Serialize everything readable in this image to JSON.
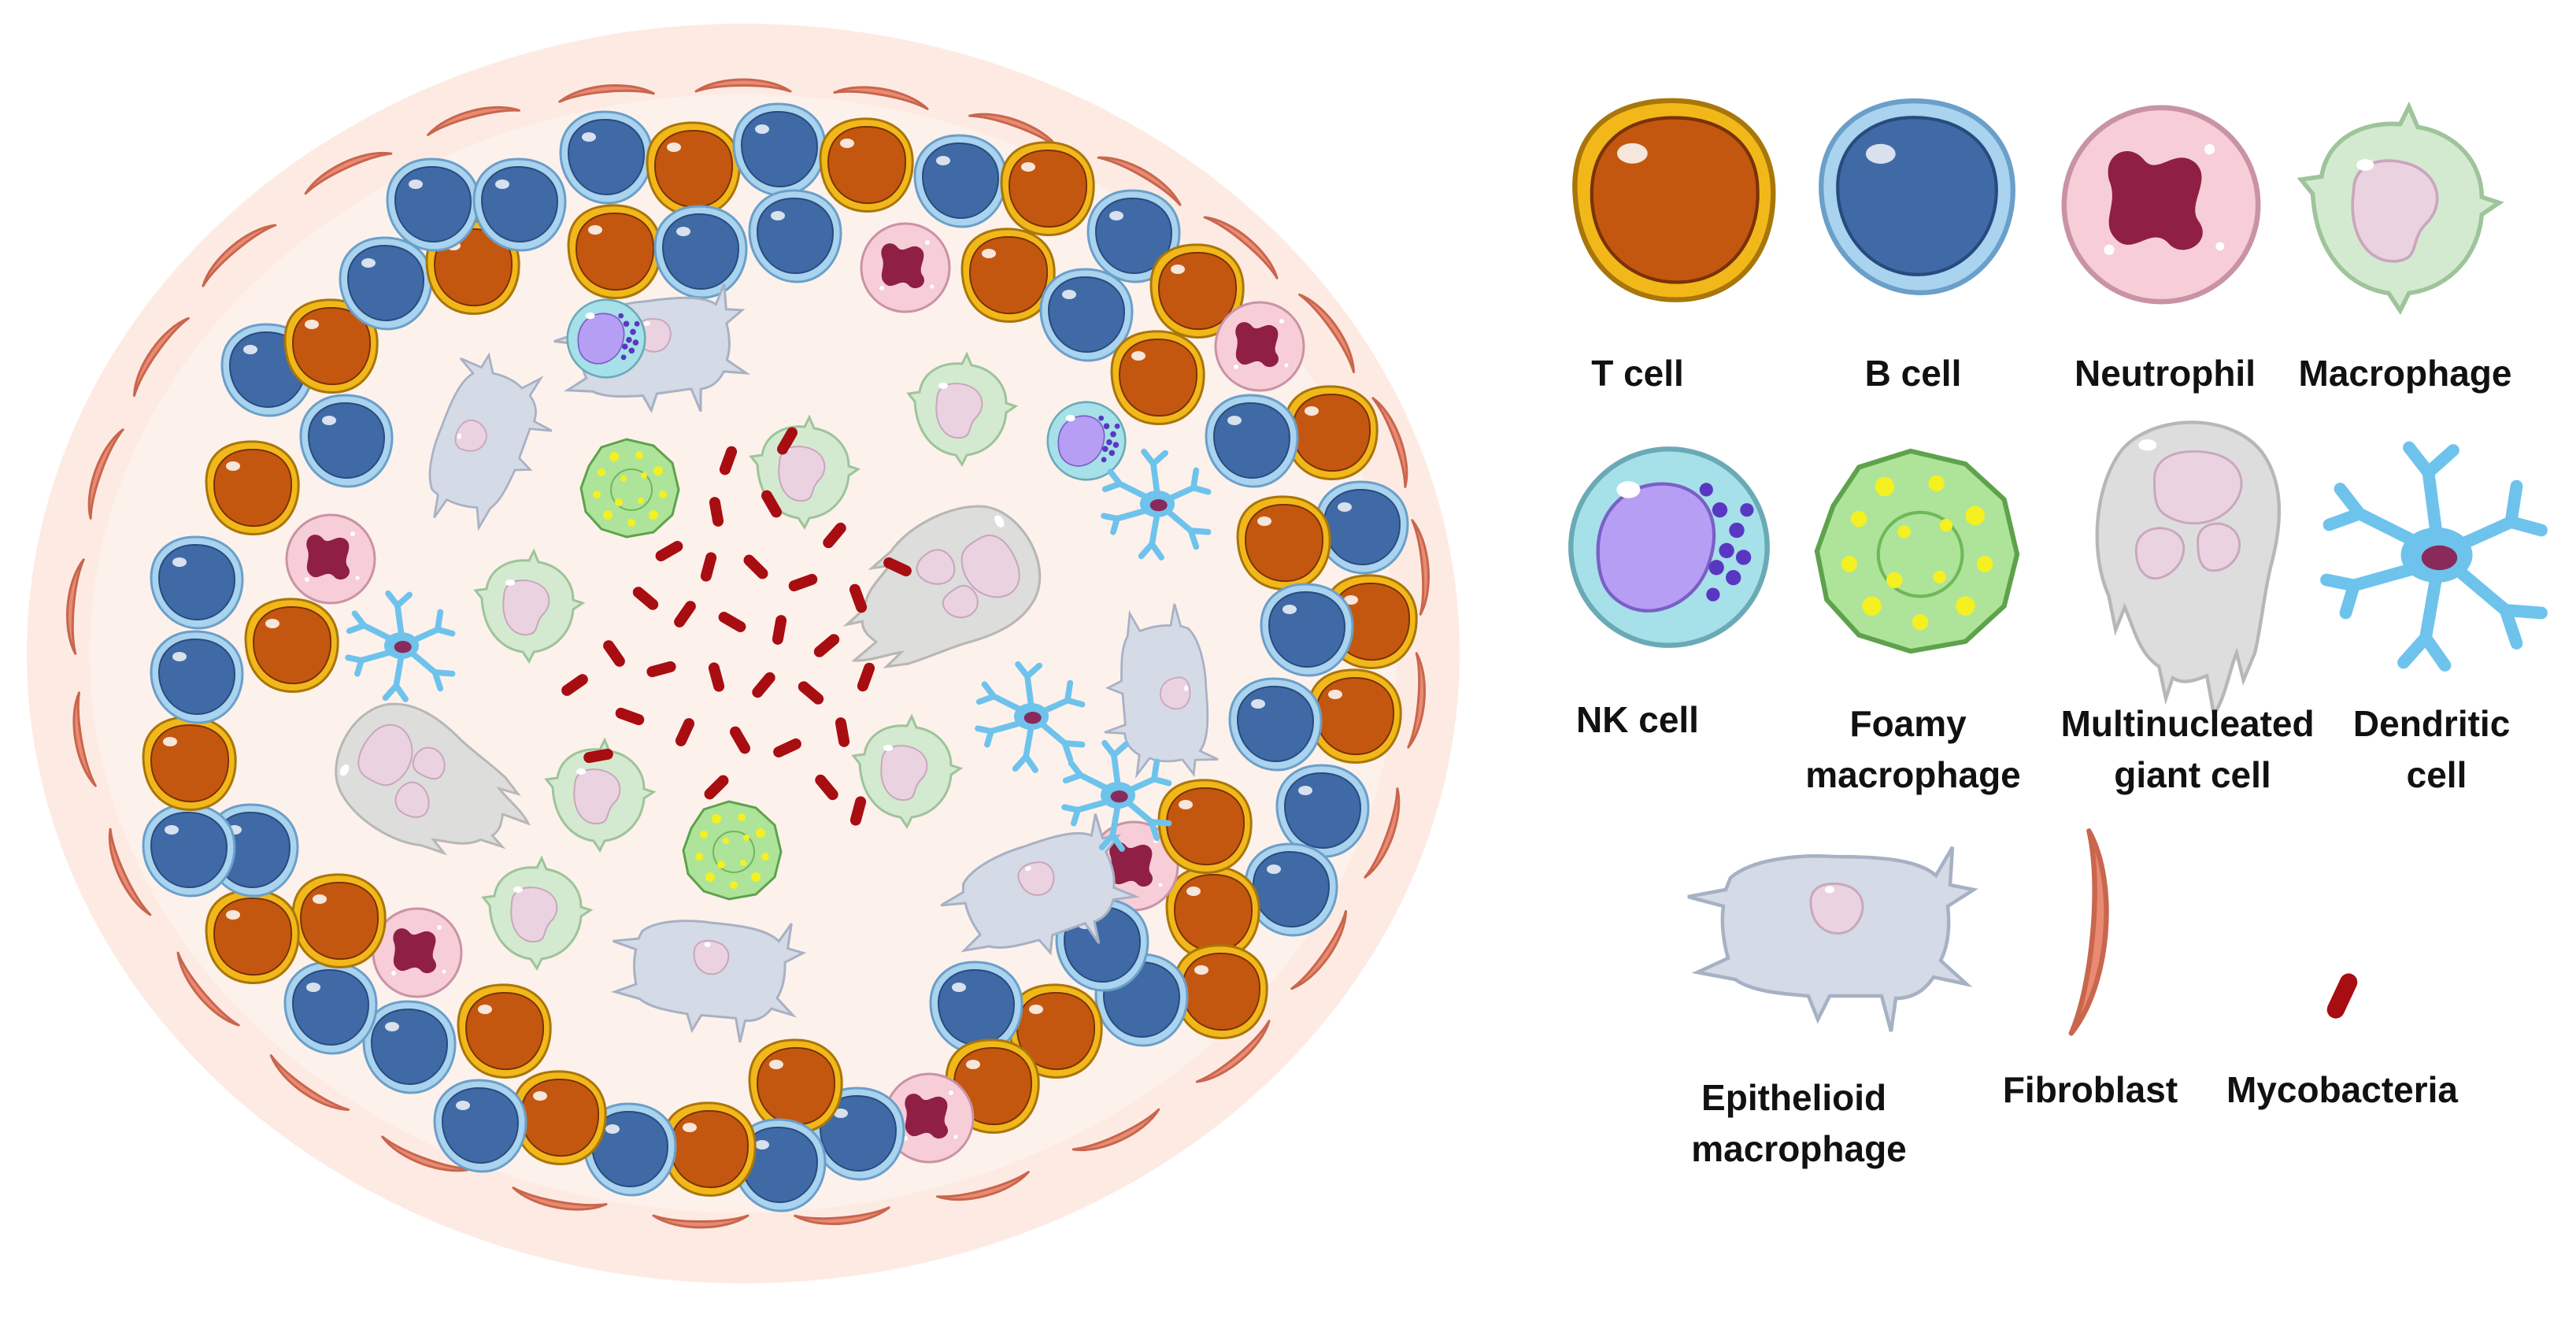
{
  "legend": {
    "t_cell": [
      "T cell"
    ],
    "b_cell": [
      "B cell"
    ],
    "neutrophil": [
      "Neutrophil"
    ],
    "macrophage": [
      "Macrophage"
    ],
    "nk_cell": [
      "NK cell"
    ],
    "foamy_macrophage": [
      "Foamy",
      "macrophage"
    ],
    "multinucleated_giant_cell": [
      "Multinucleated",
      "giant cell"
    ],
    "dendritic_cell": [
      "Dendritic",
      "cell"
    ],
    "epithelioid_macrophage": [
      "Epithelioid",
      "macrophage"
    ],
    "fibroblast": [
      "Fibroblast"
    ],
    "mycobacteria": [
      "Mycobacteria"
    ]
  },
  "colors": {
    "t_cell_nucleus": "#c4570f",
    "t_cell_rim": "#f0b619",
    "b_cell_nucleus": "#3f6aa6",
    "b_cell_rim": "#a9d3ee",
    "neutrophil_body": "#f7cdd8",
    "neutrophil_nucleus": "#8f1f45",
    "macrophage_body": "#d4ead0",
    "nk_cell_body": "#a6e0e8",
    "nk_cell_nucleus": "#b69ef4",
    "foamy_body": "#aee39a",
    "foamy_droplets": "#f4f021",
    "giant_cell_body": "#dcdcdc",
    "dendritic_body": "#6ec3ec",
    "epithelioid_body": "#d4dae6",
    "fibroblast": "#ea8a72",
    "mycobacteria": "#a80d12",
    "granuloma_halo": "#fdebe3"
  }
}
